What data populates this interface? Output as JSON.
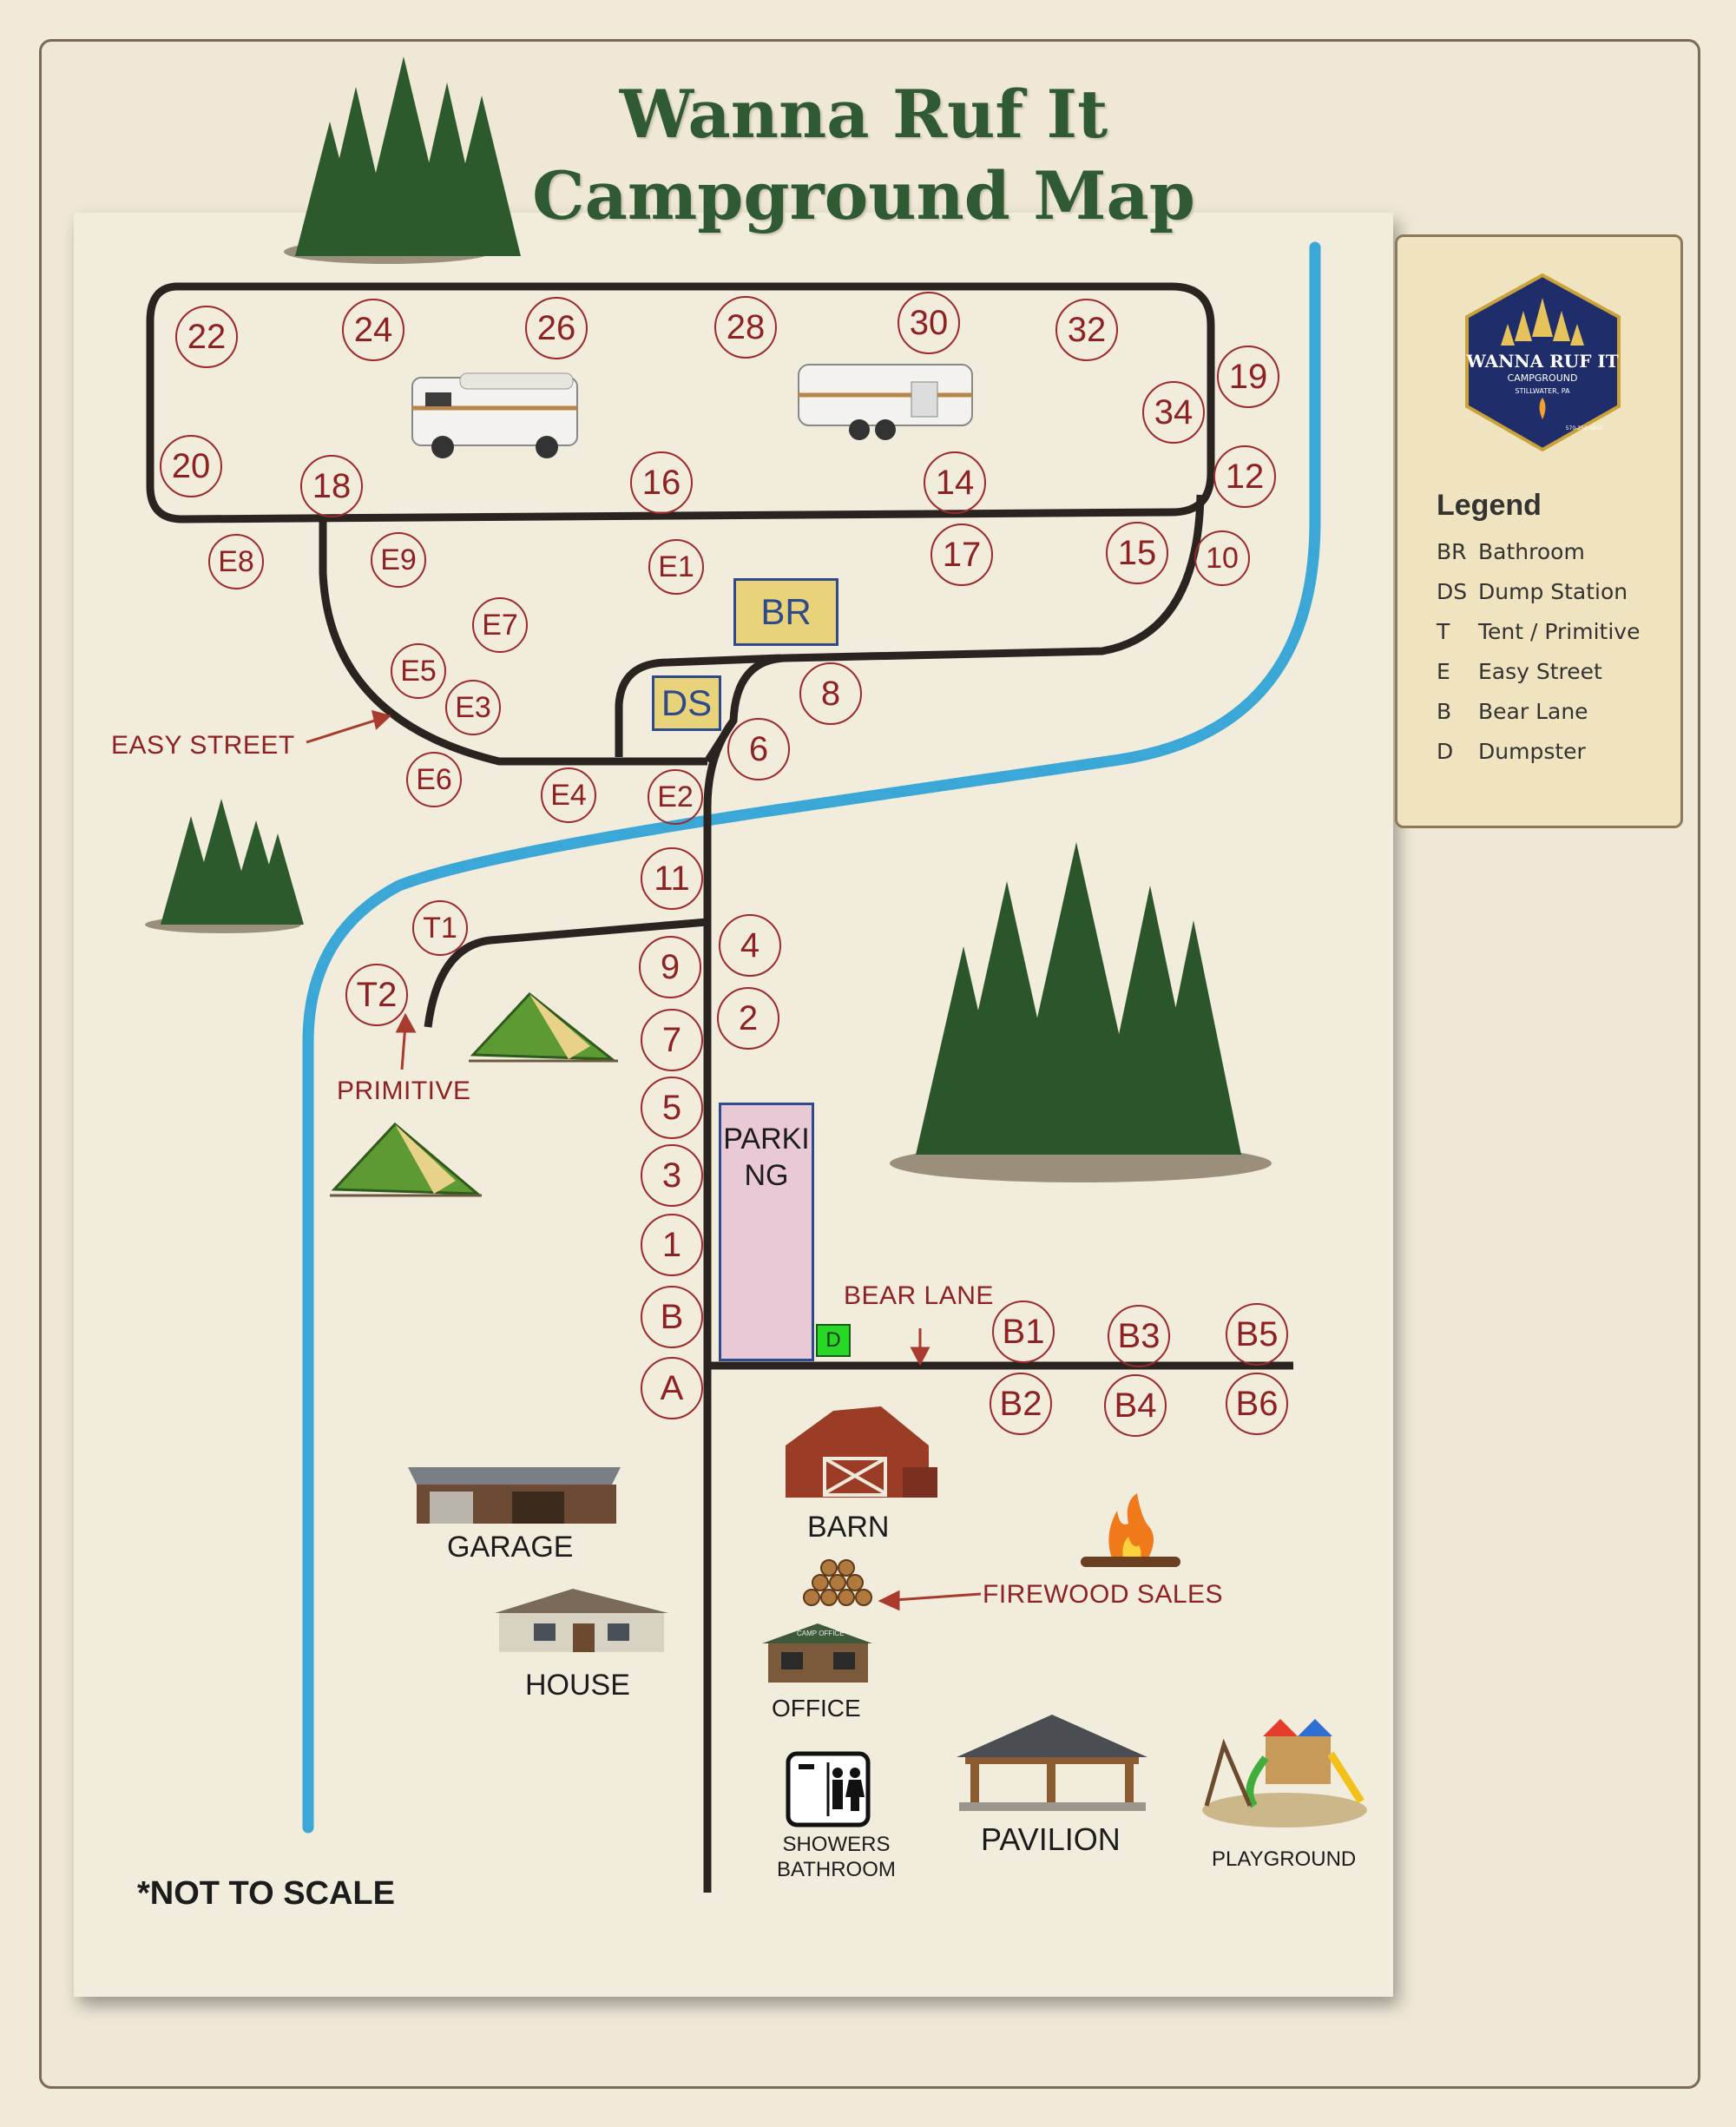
{
  "title": {
    "line1": "Wanna Ruf It",
    "line2": "Campground Map"
  },
  "note": "*NOT TO SCALE",
  "road_labels": {
    "easy_street": "EASY STREET",
    "primitive": "PRIMITIVE",
    "bear_lane": "BEAR LANE",
    "firewood_sales": "FIREWOOD SALES"
  },
  "facility_boxes": {
    "bathroom": "BR",
    "dump_station": "DS",
    "dumpster": "D"
  },
  "parking": "PARKING",
  "buildings": {
    "garage": "GARAGE",
    "house": "HOUSE",
    "barn": "BARN",
    "office": "OFFICE",
    "showers_line1": "SHOWERS",
    "showers_line2": "BATHROOM",
    "pavilion": "PAVILION",
    "playground": "PLAYGROUND",
    "office_sign": "CAMP OFFICE"
  },
  "sites": {
    "s22": "22",
    "s24": "24",
    "s26": "26",
    "s28": "28",
    "s30": "30",
    "s32": "32",
    "s19": "19",
    "s34": "34",
    "s20": "20",
    "s18": "18",
    "s16": "16",
    "s14": "14",
    "s12": "12",
    "e8": "E8",
    "e9": "E9",
    "e1": "E1",
    "s17": "17",
    "s15": "15",
    "s10": "10",
    "e7": "E7",
    "e5": "E5",
    "e3": "E3",
    "s8": "8",
    "s6": "6",
    "e6": "E6",
    "e4": "E4",
    "e2": "E2",
    "s11": "11",
    "t1": "T1",
    "t2": "T2",
    "s4": "4",
    "s9": "9",
    "s2": "2",
    "s7": "7",
    "s5": "5",
    "s3": "3",
    "s1": "1",
    "b": "B",
    "a": "A",
    "b1": "B1",
    "b3": "B3",
    "b5": "B5",
    "b2": "B2",
    "b4": "B4",
    "b6": "B6"
  },
  "legend": {
    "title": "Legend",
    "rows": [
      {
        "code": "BR",
        "label": "Bathroom"
      },
      {
        "code": "DS",
        "label": "Dump Station"
      },
      {
        "code": "T",
        "label": "Tent / Primitive"
      },
      {
        "code": "E",
        "label": "Easy Street"
      },
      {
        "code": "B",
        "label": "Bear Lane"
      },
      {
        "code": "D",
        "label": "Dumpster"
      }
    ],
    "logo": {
      "name": "WANNA RUF IT",
      "sub": "CAMPGROUND",
      "place": "STILLWATER, PA",
      "phone": "570-250-5843"
    }
  },
  "colors": {
    "road": "#2a2420",
    "river": "#3aa7d6",
    "site_text": "#8e2222",
    "title": "#2f5a33"
  },
  "icons": [
    "pine-trees-icon",
    "motorhome-icon",
    "fifth-wheel-trailer-icon",
    "tent-icon",
    "garage-icon",
    "house-icon",
    "barn-icon",
    "campfire-icon",
    "firewood-icon",
    "office-icon",
    "shower-bathroom-icon",
    "pavilion-icon",
    "playground-icon"
  ]
}
